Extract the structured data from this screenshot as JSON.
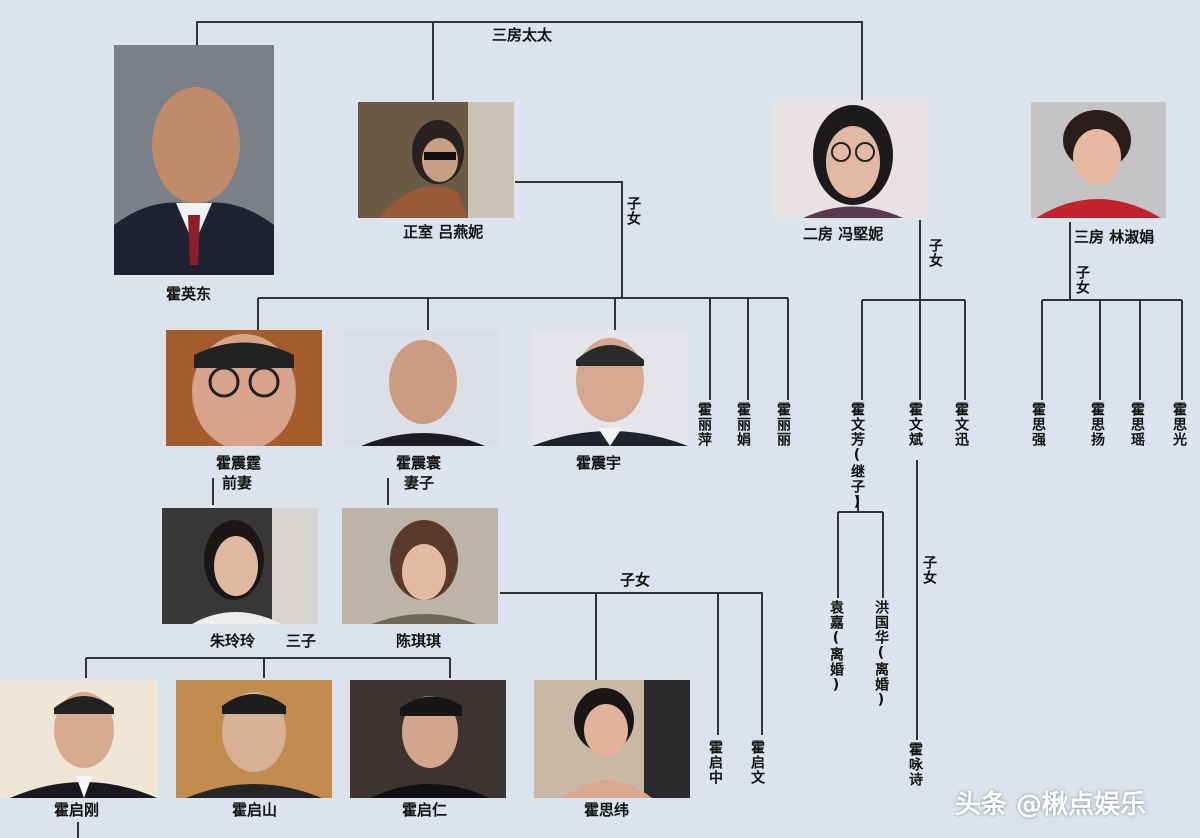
{
  "labels": {
    "sanfang_taitai": "三房太太",
    "ziv_1": "子女",
    "ziv_2": "子女",
    "ziv_3": "子女",
    "ziv_4": "子女",
    "ziv_5": "子女",
    "huo_yingdong": "霍英东",
    "zhengshi": "正室 吕燕妮",
    "erfang": "二房 冯堅妮",
    "sanfang_lin": "三房 林淑娟",
    "huo_zhenting": "霍震霆",
    "qianqi": "前妻",
    "huo_zhenhuan": "霍震寰",
    "qizi": "妻子",
    "huo_zhenyu": "霍震宇",
    "huo_liping": "霍丽萍",
    "huo_lijuan": "霍丽娟",
    "huo_lili": "霍丽丽",
    "huo_wenfang": "霍文芳(继子)",
    "huo_wenbin": "霍文斌",
    "huo_wenxun": "霍文迅",
    "huo_baoqiang": "霍思强",
    "huo_siyang": "霍思扬",
    "huo_siyao": "霍思瑶",
    "huo_siguang": "霍思光",
    "zhu_lingling": "朱玲玲",
    "sanzi": "三子",
    "chen_qiqi": "陈琪琪",
    "yuan_jia": "袁嘉(离婚)",
    "hong_guohua": "洪国华(离婚)",
    "huo_yongshi": "霍咏诗",
    "huo_qigang": "霍启刚",
    "huo_qishan": "霍启山",
    "huo_qiren": "霍启仁",
    "huo_siwei": "霍思纬",
    "huo_qizhong": "霍启中",
    "huo_qiwen": "霍启文"
  },
  "watermark": "头条 @楸点娱乐",
  "colors": {
    "background": "#dde3ec",
    "lines": "#333333",
    "text": "#111111"
  }
}
